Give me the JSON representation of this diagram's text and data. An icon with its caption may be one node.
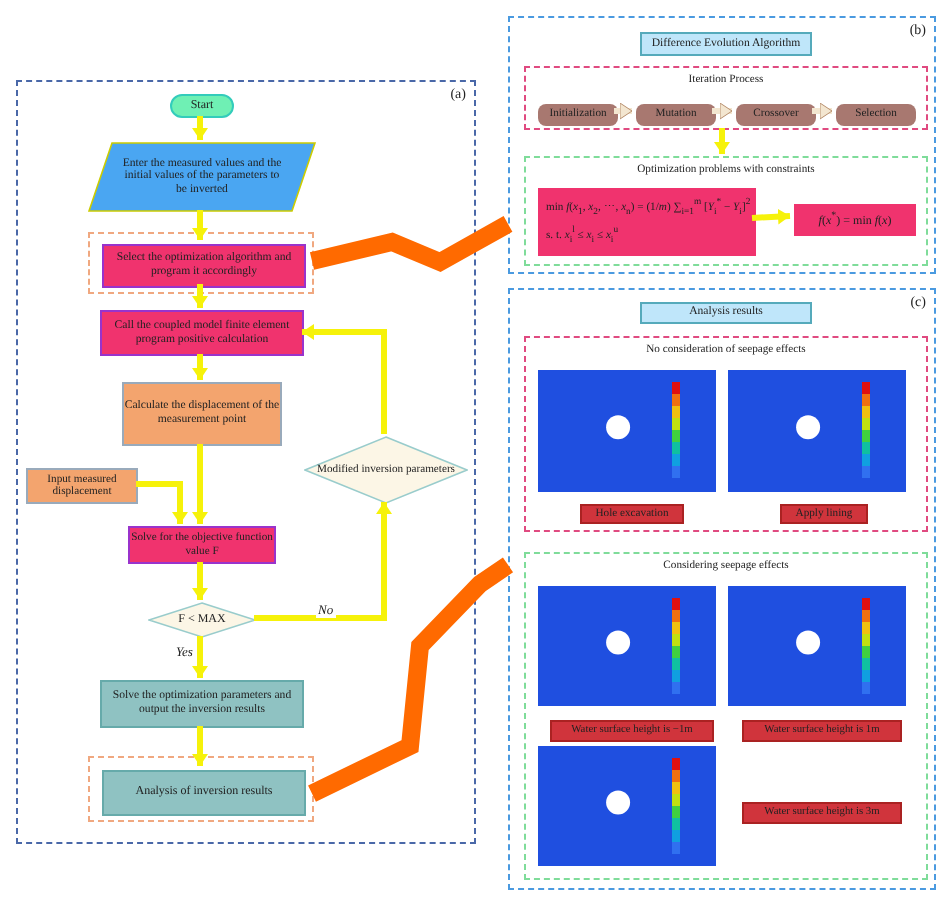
{
  "diagram": {
    "nodes": [
      {
        "text": [
          "(a)"
        ]
      },
      {
        "text": [
          "Start"
        ],
        "in": 0
      },
      {
        "text": [
          "Enter the measured values and the initial values of the parameters to be inverted"
        ],
        "in": 0
      },
      {
        "text": [],
        "shape": "box",
        "in": 0
      },
      {
        "text": [
          "Select the optimization algorithm and program it accordingly"
        ],
        "in": 3
      },
      {
        "text": [
          "Call the coupled model finite element program positive calculation"
        ],
        "in": 0
      },
      {
        "text": [
          "Calculate the displacement of the measurement point"
        ],
        "in": 0
      },
      {
        "text": [
          "Input measured displacement"
        ],
        "in": 0
      },
      {
        "text": [
          "Solve for the objective function value F"
        ],
        "in": 0
      },
      {
        "text": [
          "F < MAX"
        ],
        "in": 0
      },
      {
        "text": [
          "Modified inversion parameters"
        ],
        "in": 0
      },
      {
        "text": [
          "Solve the optimization parameters and output the inversion results"
        ],
        "in": 0
      },
      {
        "text": [],
        "shape": "box",
        "in": 0
      },
      {
        "text": [
          "Analysis of inversion results"
        ],
        "in": 12
      },
      {
        "text": [
          "(b)"
        ]
      },
      {
        "text": [
          "Difference Evolution Algorithm"
        ],
        "in": 14
      },
      {
        "text": [
          "Iteration Process"
        ],
        "in": 14
      },
      {
        "text": [
          "Initialization"
        ],
        "in": 16
      },
      {
        "text": [
          "Mutation"
        ],
        "in": 16
      },
      {
        "text": [
          "Crossover"
        ],
        "in": 16
      },
      {
        "text": [
          "Selection"
        ],
        "in": 16
      },
      {
        "text": [
          "Optimization problems with constraints"
        ],
        "in": 14
      },
      {
        "text": [
          "min *f*(*x*$_{1}$, *x*$_{2}$, ⋯, *x*$_{n}$) = (1/*m*) ∑$_{i=1}$$^{m}$ [*Y*$_{i}$$^{*}$ − *Y*$_{i}$]$^{2}$",
          "s. t. *x*$_{i}$$^{l}$ ≤ *x*$_{i}$ ≤ *x*$_{i}$$^{u}$"
        ],
        "in": 21
      },
      {
        "text": [
          "*f*(*x*$^{*}$) = min *f*(*x*)"
        ],
        "in": 21
      },
      {
        "text": [
          "(c)"
        ]
      },
      {
        "text": [
          "Analysis results"
        ],
        "in": 24
      },
      {
        "text": [
          "No consideration of seepage effects"
        ],
        "in": 24
      },
      {
        "text": [
          "Hole excavation"
        ],
        "in": 26
      },
      {
        "text": [
          "Apply lining"
        ],
        "in": 26
      },
      {
        "text": [
          "Considering seepage effects"
        ],
        "in": 24
      },
      {
        "text": [
          "Water surface height is −1m"
        ],
        "in": 29
      },
      {
        "text": [
          "Water surface height is 1m"
        ],
        "in": 29
      },
      {
        "text": [
          "Water surface height is 3m"
        ],
        "in": 29
      }
    ],
    "edges": [
      {
        "from": 1,
        "to": 2,
        "arrow": "to"
      },
      {
        "from": 2,
        "to": 4,
        "arrow": "to"
      },
      {
        "from": 4,
        "to": 5,
        "arrow": "to"
      },
      {
        "from": 5,
        "to": 6,
        "arrow": "to"
      },
      {
        "from": 6,
        "to": 8,
        "arrow": "to"
      },
      {
        "from": 7,
        "to": 8,
        "arrow": "to"
      },
      {
        "from": 8,
        "to": 9,
        "arrow": "to"
      },
      {
        "from": 9,
        "to": 10,
        "arrow": "to",
        "label": "No"
      },
      {
        "from": 10,
        "to": 5,
        "arrow": "to"
      },
      {
        "from": 9,
        "to": 11,
        "arrow": "to",
        "label": "Yes"
      },
      {
        "from": 11,
        "to": 13,
        "arrow": "to"
      },
      {
        "from": 3,
        "to": 14,
        "arrow": "none",
        "style": "thick",
        "color": "#ff6a00"
      },
      {
        "from": 12,
        "to": 24,
        "arrow": "none",
        "style": "thick",
        "color": "#ff6a00"
      },
      {
        "from": 17,
        "to": 18,
        "arrow": "to",
        "color": "#f3e6d0"
      },
      {
        "from": 18,
        "to": 19,
        "arrow": "to",
        "color": "#f3e6d0"
      },
      {
        "from": 19,
        "to": 20,
        "arrow": "to",
        "color": "#f3e6d0"
      },
      {
        "from": 16,
        "to": 21,
        "arrow": "to"
      },
      {
        "from": 22,
        "to": 23,
        "arrow": "to"
      }
    ]
  }
}
